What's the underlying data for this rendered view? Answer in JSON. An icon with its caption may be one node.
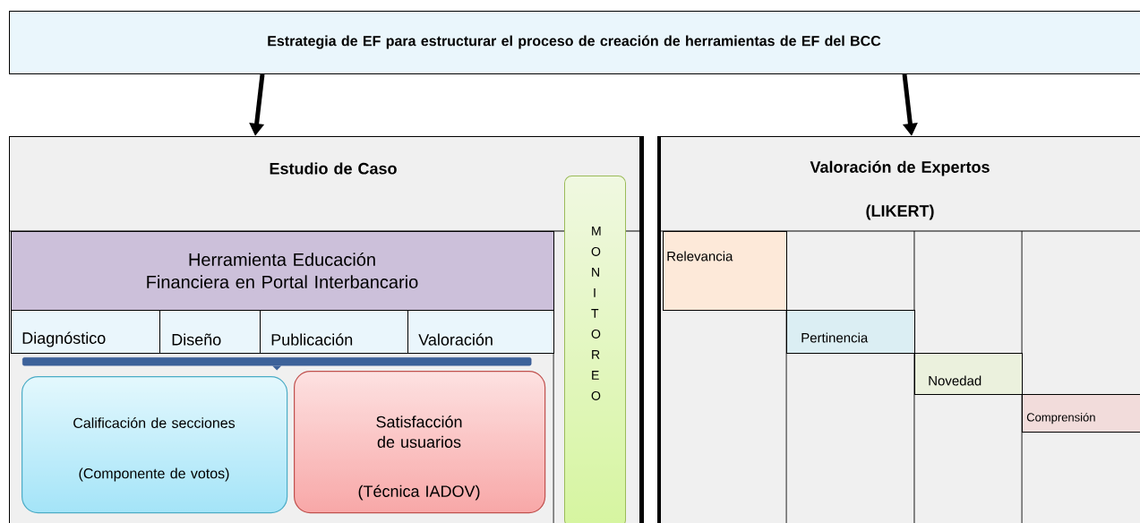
{
  "diagram": {
    "nodes": [
      {
        "text": [
          "Estrategia de EF para estructurar el proceso de creación de herramientas de EF del BCC"
        ]
      },
      {
        "text": [
          "Estudio de Caso"
        ]
      },
      {
        "text": [
          "Valoración de Expertos",
          "(LIKERT)"
        ]
      },
      {
        "text": [
          "Herramienta Educación Financiera en Portal Interbancario"
        ],
        "in": 1
      },
      {
        "text": [
          "Diagnóstico"
        ],
        "in": 1
      },
      {
        "text": [
          "Diseño"
        ],
        "in": 1
      },
      {
        "text": [
          "Publicación"
        ],
        "in": 1
      },
      {
        "text": [
          "Valoración"
        ],
        "in": 1
      },
      {
        "text": [],
        "shape": "bar",
        "in": 1
      },
      {
        "text": [
          "M O N I T O R E O"
        ],
        "in": 1
      },
      {
        "text": [
          "Calificación de secciones",
          "(Componente de votos)"
        ],
        "in": 1
      },
      {
        "text": [
          "Satisfacción de usuarios",
          "(Técnica IADOV)"
        ],
        "in": 1
      },
      {
        "text": [
          "Relevancia"
        ],
        "in": 2
      },
      {
        "text": [
          "Pertinencia"
        ],
        "in": 2
      },
      {
        "text": [
          "Novedad"
        ],
        "in": 2
      },
      {
        "text": [
          "Comprensión"
        ],
        "in": 2
      }
    ],
    "edges": [
      {
        "from": 0,
        "to": 1,
        "arrow": "to"
      },
      {
        "from": 0,
        "to": 2,
        "arrow": "to"
      }
    ]
  }
}
